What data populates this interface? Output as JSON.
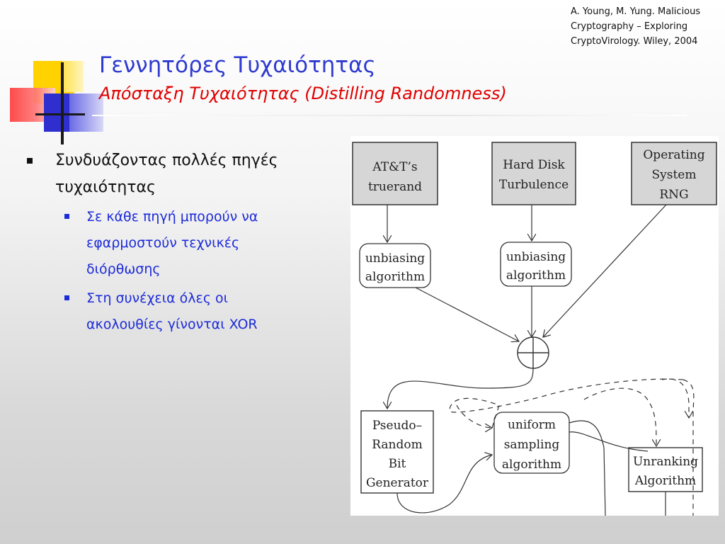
{
  "citation": {
    "line1": "A. Young, M. Yung. Malicious",
    "line2": "Cryptography – Exploring",
    "line3": "CryptoVirology. Wiley, 2004"
  },
  "header": {
    "title": "Γεννητόρες Τυχαιότητας",
    "subtitle": "Απόσταξη Τυχαιότητας (Distilling Randomness)"
  },
  "content": {
    "bullet1": {
      "line1": "Συνδυάζοντας πολλές πηγές",
      "line2": "τυχαιότητας"
    },
    "sub1": {
      "line1": "Σε κάθε πηγή μπορούν να",
      "line2": "εφαρμοστούν τεχνικές",
      "line3": "διόρθωσης"
    },
    "sub2": {
      "line1": "Στη συνέχεια όλες οι",
      "line2": "ακολουθίες γίνονται XOR"
    }
  },
  "diagram": {
    "sources": {
      "att": [
        "AT&T’s",
        "truerand"
      ],
      "hdd": [
        "Hard Disk",
        "Turbulence"
      ],
      "os": [
        "Operating",
        "System",
        "RNG"
      ]
    },
    "unbias1": [
      "unbiasing",
      "algorithm"
    ],
    "unbias2": [
      "unbiasing",
      "algorithm"
    ],
    "prng": [
      "Pseudo–",
      "Random",
      "Bit",
      "Generator"
    ],
    "uniform": [
      "uniform",
      "sampling",
      "algorithm"
    ],
    "unranking": [
      "Unranking",
      "Algorithm"
    ],
    "colors": {
      "source_fill": "#d6d6d6",
      "stroke": "#333333"
    }
  }
}
